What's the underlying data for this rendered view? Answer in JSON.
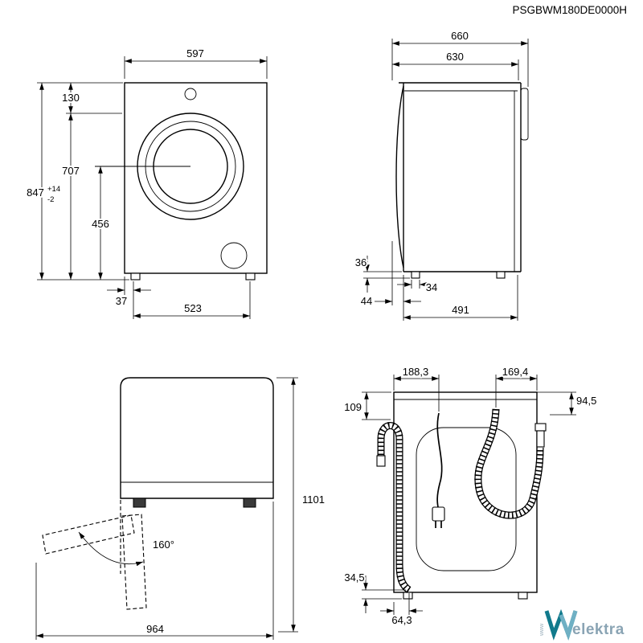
{
  "title": "PSGBWM180DE0000H",
  "front_view": {
    "width": "597",
    "top_to_door_top": "130",
    "door_top_to_floor": "707",
    "height": "847",
    "height_tol_up": "+14",
    "height_tol_down": "-2",
    "door_center_to_floor": "456",
    "side_to_foot": "37",
    "feet_span": "523"
  },
  "side_view": {
    "depth_total": "660",
    "depth_body": "630",
    "foot_height": "36",
    "foot_width": "34",
    "front_panel_depth": "44",
    "feet_span": "491"
  },
  "door_view": {
    "open_angle": "160°",
    "total_height": "1101",
    "depth_with_open_door": "964"
  },
  "rear_view": {
    "cord_from_left": "188,3",
    "inlet_from_right": "169,4",
    "drain_hook_from_top": "109",
    "inlet_from_top": "94,5",
    "drain_outlet_height": "34,5",
    "drain_outlet_from_left": "64,3"
  },
  "logo": {
    "brand": "elektra",
    "side_text": "www",
    "mark_color": "#117a8c",
    "mark_accent_color": "#6fb0c4",
    "text_color": "#8aa4b4"
  }
}
